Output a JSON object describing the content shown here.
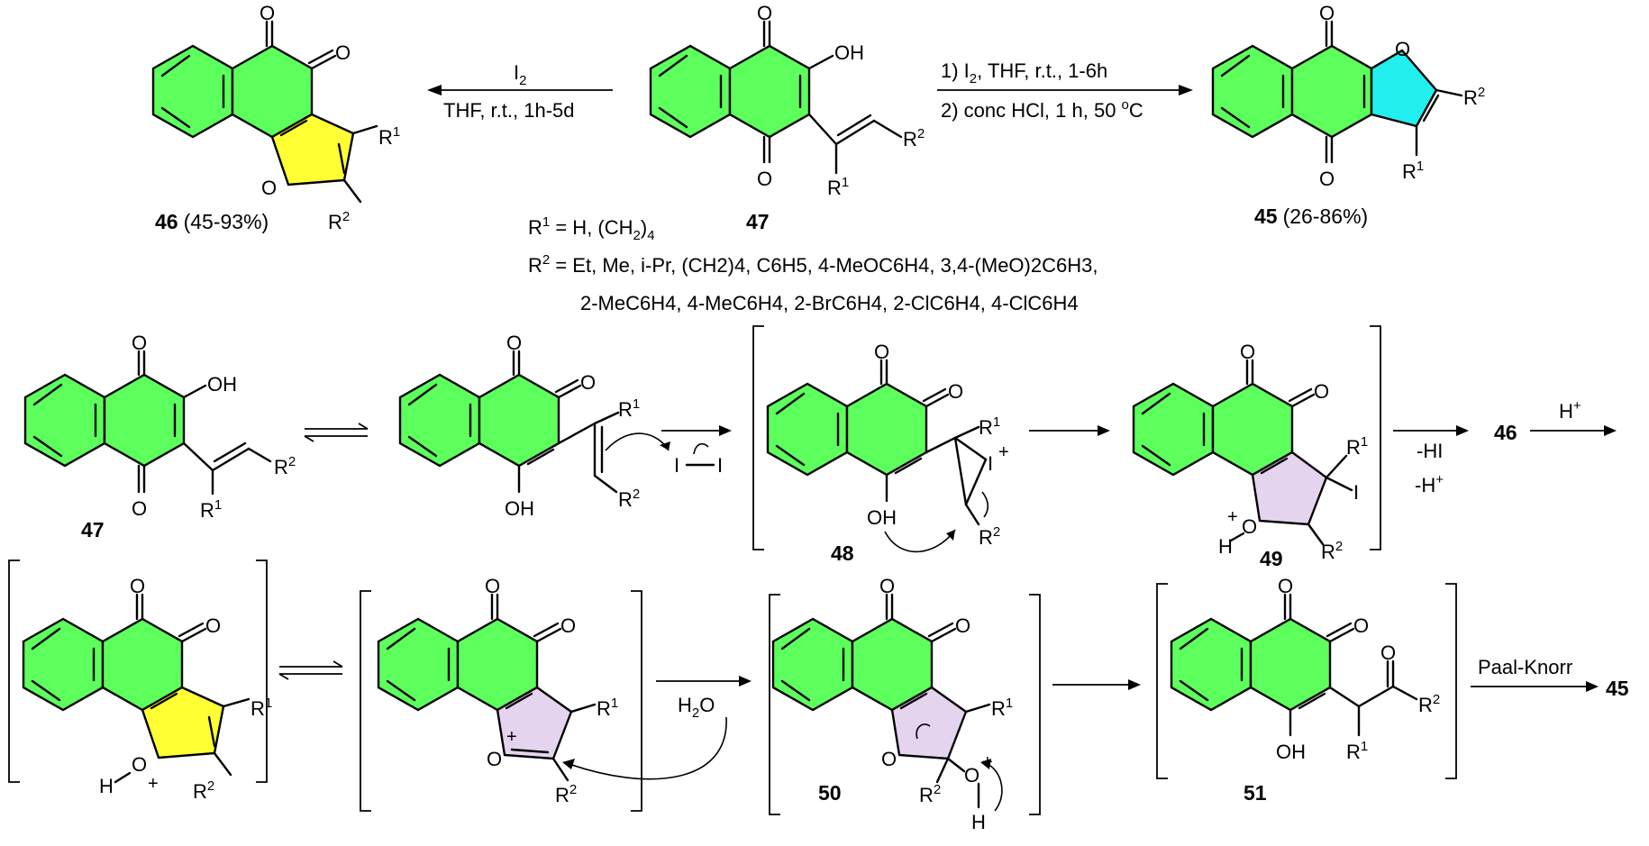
{
  "colors": {
    "ring_green": "#5CFF5C",
    "furan_yellow": "#FFFF33",
    "furan_cyan": "#22EEEE",
    "ring_lilac": "#E4D4EE"
  },
  "compounds": {
    "c46": "46",
    "c47": "47",
    "c45": "45",
    "c48": "48",
    "c49": "49",
    "c50": "50",
    "c51": "51"
  },
  "yields": {
    "y46": "(45-93%)",
    "y45": "(26-86%)"
  },
  "atoms": {
    "O": "O",
    "OH": "OH",
    "HO_label": "H",
    "I": "I",
    "plus": "+",
    "R": "R",
    "one": "1",
    "two": "2",
    "H2O_H": "H",
    "H2O_2": "2",
    "H2O_O": "O"
  },
  "conditions": {
    "left_top_I": "I",
    "left_top_sub": "2",
    "left_bottom": "THF, r.t., 1h-5d",
    "right_line1_a": "1) I",
    "right_line1_sub": "2",
    "right_line1_b": ", THF, r.t., 1-6h",
    "right_line2_a": "2) conc HCl, 1 h, 50 ",
    "right_line2_sup": "o",
    "right_line2_b": "C",
    "minus_HI": "-HI",
    "minus_H": "-H",
    "minus_H_sup": "+",
    "H_plus": "H",
    "H_plus_sup": "+",
    "paal_knorr": "Paal-Knorr"
  },
  "substituents": {
    "r1_prefix": "R",
    "r1_sup": "1",
    "r1_text_a": " = H, (CH",
    "r1_sub": "2",
    "r1_text_b": ")",
    "r1_sub2": "4",
    "r2_prefix": "R",
    "r2_sup": "2",
    "r2_line1": " = Et, Me, i-Pr, (CH2)4, C6H5, 4-MeOC6H4, 3,4-(MeO)2C6H3,",
    "r2_line2": "2-MeC6H4, 4-MeC6H4, 2-BrC6H4, 2-ClC6H4, 4-ClC6H4"
  }
}
